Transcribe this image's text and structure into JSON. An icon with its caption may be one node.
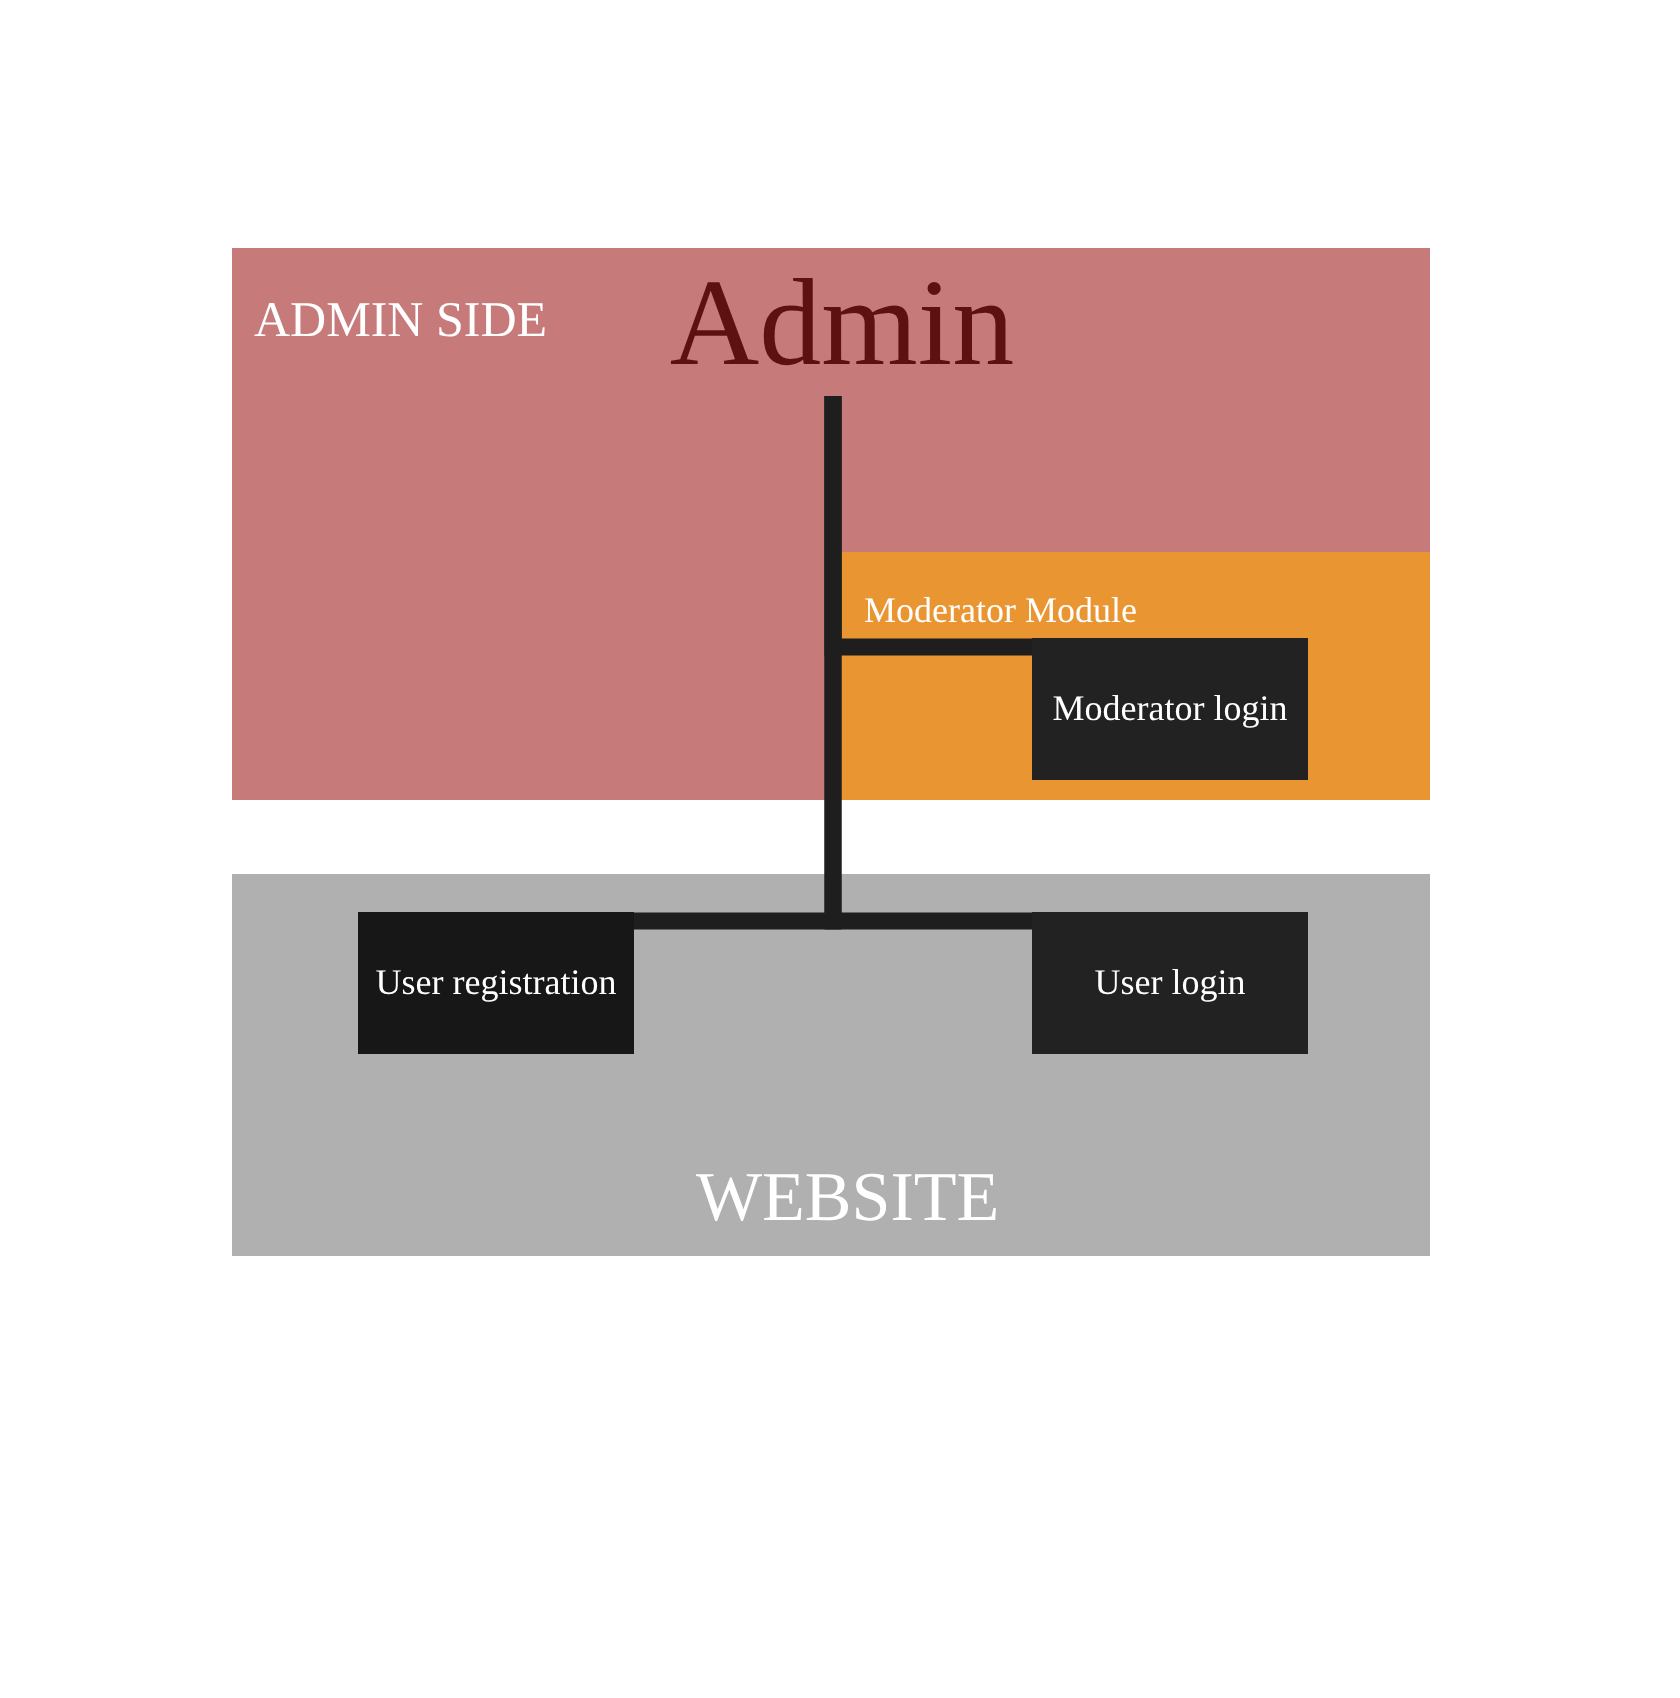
{
  "diagram": {
    "nodes": [
      {
        "text": [
          "ADMIN SIDE"
        ]
      },
      {
        "text": [
          "Admin"
        ],
        "in": 0
      },
      {
        "text": [
          "Moderator Module"
        ],
        "in": 0
      },
      {
        "text": [
          "Moderator login"
        ],
        "in": 2
      },
      {
        "text": [
          "WEBSITE"
        ]
      },
      {
        "text": [
          "User registration"
        ],
        "in": 4
      },
      {
        "text": [
          "User login"
        ],
        "in": 4
      }
    ],
    "edges": [
      {
        "from": 1,
        "to": 3,
        "arrow": "none"
      },
      {
        "from": 1,
        "to": 5,
        "arrow": "none"
      },
      {
        "from": 1,
        "to": 6,
        "arrow": "none"
      }
    ]
  }
}
